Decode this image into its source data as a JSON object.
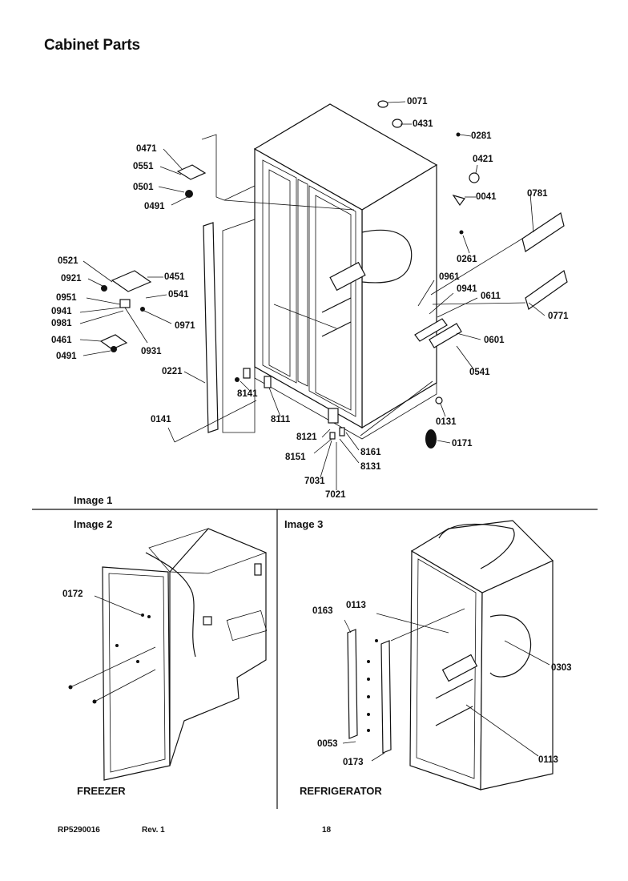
{
  "page": {
    "title": "Cabinet Parts",
    "image1_caption": "Image 1",
    "image2_caption": "Image 2",
    "image3_caption": "Image 3",
    "freezer_caption": "FREEZER",
    "refrigerator_caption": "REFRIGERATOR",
    "footer": {
      "doc_id": "RP5290016",
      "revision": "Rev. 1",
      "page_number": "18"
    }
  },
  "callouts": {
    "main": [
      "0071",
      "0431",
      "0281",
      "0471",
      "0551",
      "0501",
      "0491",
      "0421",
      "0041",
      "0781",
      "0261",
      "0521",
      "0451",
      "0921",
      "0541",
      "0951",
      "0941",
      "0981",
      "0971",
      "0461",
      "0931",
      "0491",
      "0961",
      "0941",
      "0611",
      "0771",
      "0601",
      "0541",
      "0221",
      "8141",
      "8111",
      "0141",
      "0131",
      "8121",
      "8161",
      "0171",
      "8151",
      "8131",
      "7031",
      "7021"
    ],
    "image2": [
      "0172"
    ],
    "image3": [
      "0113",
      "0163",
      "0303",
      "0053",
      "0173",
      "0113"
    ]
  }
}
